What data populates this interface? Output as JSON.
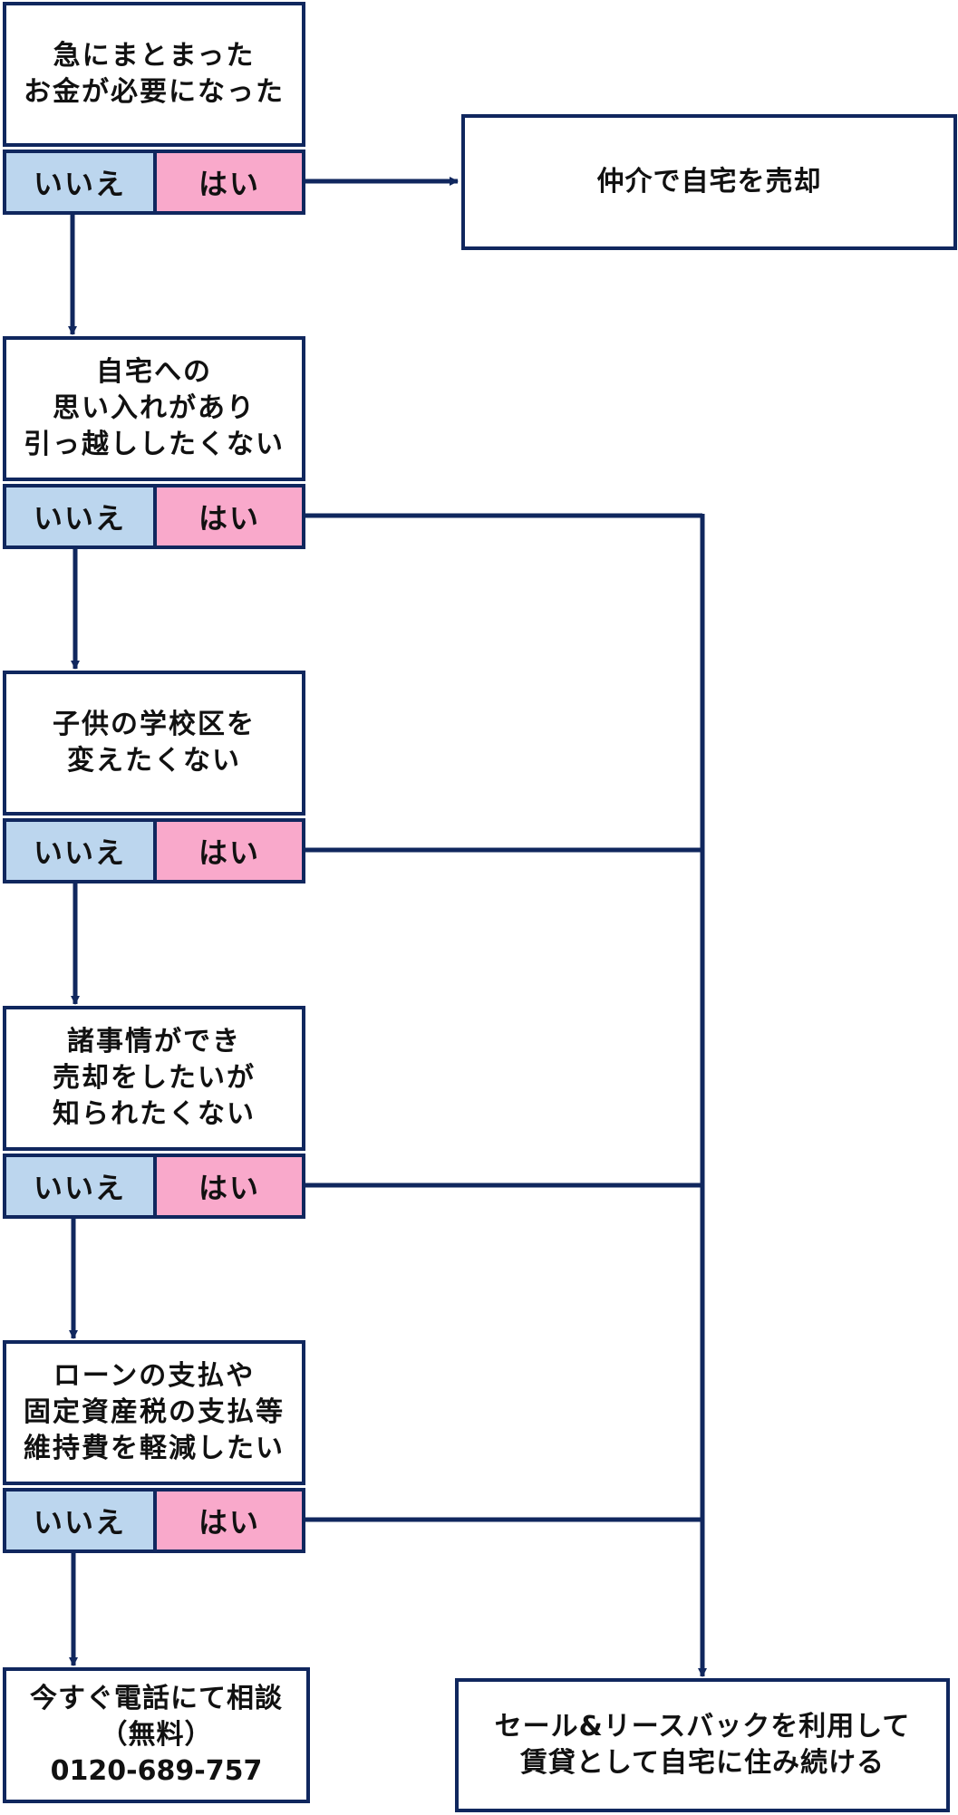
{
  "answers": {
    "no": "いいえ",
    "yes": "はい"
  },
  "questions": [
    {
      "text": "急にまとまった\nお金が必要になった"
    },
    {
      "text": "自宅への\n思い入れがあり\n引っ越ししたくない"
    },
    {
      "text": "子供の学校区を\n変えたくない"
    },
    {
      "text": "諸事情ができ\n売却をしたいが\n知られたくない"
    },
    {
      "text": "ローンの支払や\n固定資産税の支払等\n維持費を軽減したい"
    }
  ],
  "results": {
    "sell_via_agent": "仲介で自宅を売却",
    "consult": {
      "line1": "今すぐ電話にて相談",
      "line2": "（無料）",
      "phone": "0120-689-757"
    },
    "leaseback": "セール&リースバックを利用して\n賃貸として自宅に住み続ける"
  },
  "colors": {
    "border": "#10275e",
    "no_fill": "#bcd6ee",
    "yes_fill": "#f9a9cb"
  }
}
